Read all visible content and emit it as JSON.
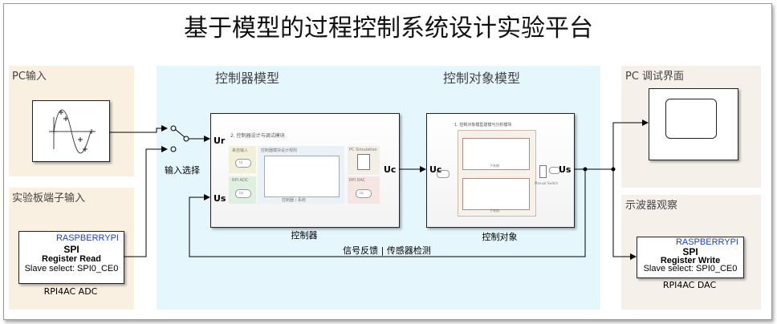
{
  "title": "基于模型的过程控制系统设计实验平台",
  "areas": {
    "pc_input": "PC输入",
    "board_input": "实验板端子输入",
    "controller_model": "控制器模型",
    "plant_model": "控制对象模型",
    "pc_debug": "PC 调试界面",
    "scope_view": "示波器观察"
  },
  "switch": {
    "label": "输入选择"
  },
  "controller": {
    "label": "控制器",
    "in_ports": [
      "Ur",
      "Us"
    ],
    "out_port": "Uc",
    "inner": {
      "title": "2. 控制器设计与调试模块",
      "group_pc_input": "来自输入",
      "group_rpi_adc": "RPI ADC",
      "group_design": "控制器模块设计规则",
      "pc_simulation": "PC Simulation",
      "rpi_dac": "RPI DAC",
      "core_caption": "控制器 / 系统",
      "ports": [
        "Ur",
        "Us",
        "Uc"
      ]
    }
  },
  "plant": {
    "label": "控制对象",
    "in_port": "Uc",
    "out_port": "Us",
    "inner": {
      "title": "1. 控制对象模型建模与分析模块",
      "sub1": "子系统",
      "sub2": "子系统",
      "switch_caption": "Manual Switch"
    }
  },
  "feedback": {
    "label": "信号反馈 | 传感器检测"
  },
  "rpi_adc": {
    "brand": "RASPBERRYPI",
    "line1": "SPI",
    "line2": "Register Read",
    "line3": "Slave select: SPI0_CE0",
    "caption": "RPI4AC ADC"
  },
  "rpi_dac": {
    "brand": "RASPBERRYPI",
    "line1": "SPI",
    "line2": "Register Write",
    "line3": "Slave select: SPI0_CE0",
    "caption": "RPI4AC DAC"
  },
  "colors": {
    "input_area": "#faf0e2",
    "model_area": "#e5f6fd",
    "right_area": "#f5f0ea",
    "brand_blue": "#1a3fc4"
  }
}
